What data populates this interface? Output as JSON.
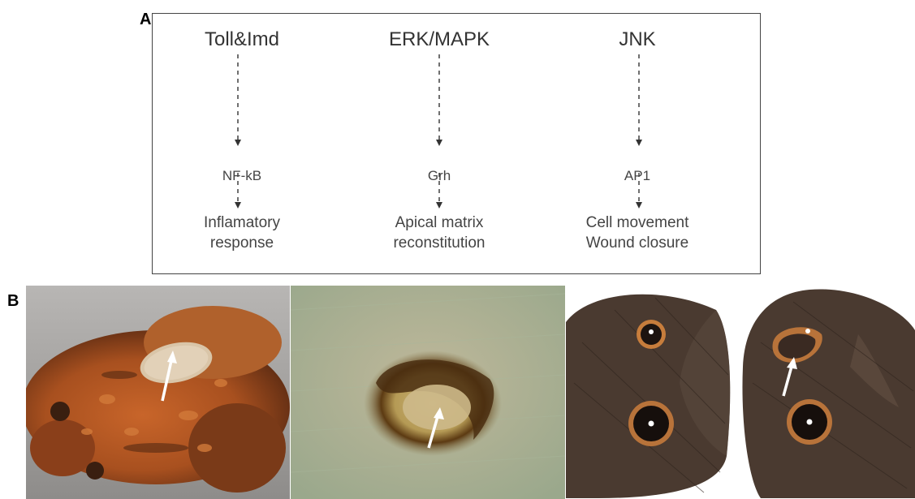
{
  "panels": {
    "a_label": "A",
    "b_label": "B"
  },
  "diagram": {
    "columns": [
      {
        "pathway": "Toll&Imd",
        "factor": "NF-kB",
        "outcome": [
          "Inflamatory",
          "response"
        ]
      },
      {
        "pathway": "ERK/MAPK",
        "factor": "Grh",
        "outcome": [
          "Apical matrix",
          "reconstitution"
        ]
      },
      {
        "pathway": "JNK",
        "factor": "AP1",
        "outcome": [
          "Cell movement",
          "Wound closure"
        ]
      }
    ]
  },
  "photos": [
    {
      "subject": "toad-photo"
    },
    {
      "subject": "wound-closeup-photo"
    },
    {
      "subject": "butterfly-wings-photo"
    }
  ]
}
